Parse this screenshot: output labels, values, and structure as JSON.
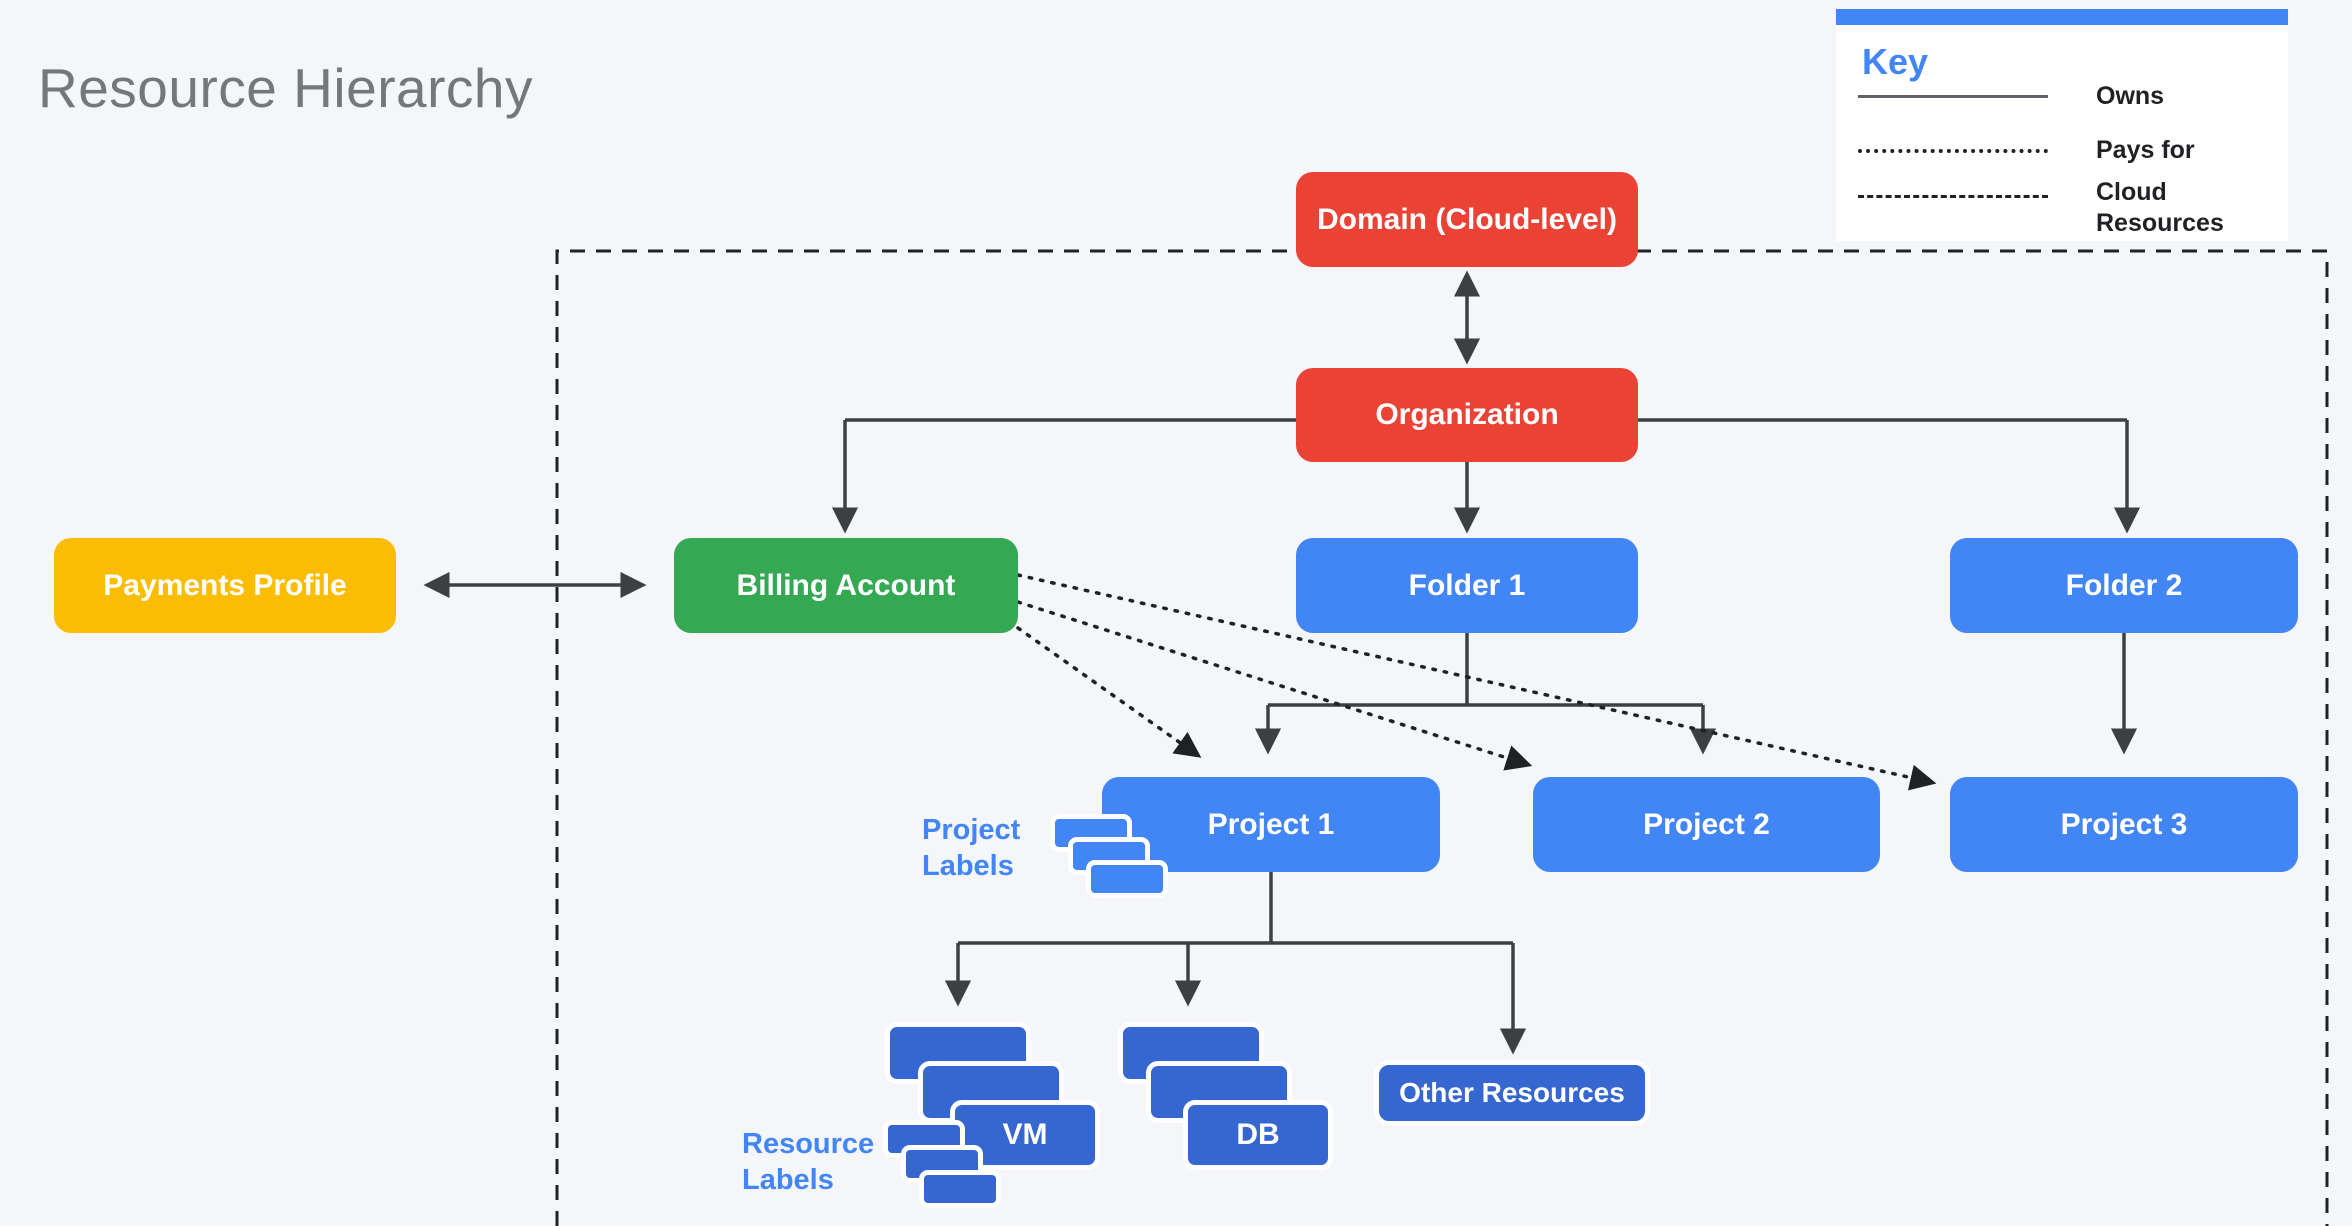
{
  "title": "Resource Hierarchy",
  "key": {
    "heading": "Key",
    "items": [
      {
        "style": "solid",
        "label": "Owns"
      },
      {
        "style": "dotted",
        "label": "Pays for"
      },
      {
        "style": "dashed",
        "label": "Cloud Resources"
      }
    ]
  },
  "nodes": {
    "domain": {
      "label": "Domain (Cloud-level)",
      "color": "#EA4335"
    },
    "organization": {
      "label": "Organization",
      "color": "#EA4335"
    },
    "payments_profile": {
      "label": "Payments Profile",
      "color": "#FBBC04"
    },
    "billing_account": {
      "label": "Billing Account",
      "color": "#34A853"
    },
    "folder_1": {
      "label": "Folder 1",
      "color": "#4285F4"
    },
    "folder_2": {
      "label": "Folder 2",
      "color": "#4285F4"
    },
    "project_1": {
      "label": "Project 1",
      "color": "#4285F4"
    },
    "project_2": {
      "label": "Project 2",
      "color": "#4285F4"
    },
    "project_3": {
      "label": "Project 3",
      "color": "#4285F4"
    },
    "vm": {
      "label": "VM",
      "color": "#3667D1"
    },
    "db": {
      "label": "DB",
      "color": "#3667D1"
    },
    "other_resources": {
      "label": "Other Resources",
      "color": "#3667D1"
    }
  },
  "annotations": {
    "project_labels": {
      "line1": "Project",
      "line2": "Labels"
    },
    "resource_labels": {
      "line1": "Resource",
      "line2": "Labels"
    }
  },
  "colors": {
    "background": "#F4F6F9",
    "red": "#EA4335",
    "green": "#34A853",
    "yellow": "#FBBC04",
    "blue": "#4285F4",
    "dark_blue": "#3667D1",
    "arrow": "#3C4043",
    "ink": "#1F2124",
    "title": "#75787B",
    "key_heading": "#4285F4"
  }
}
